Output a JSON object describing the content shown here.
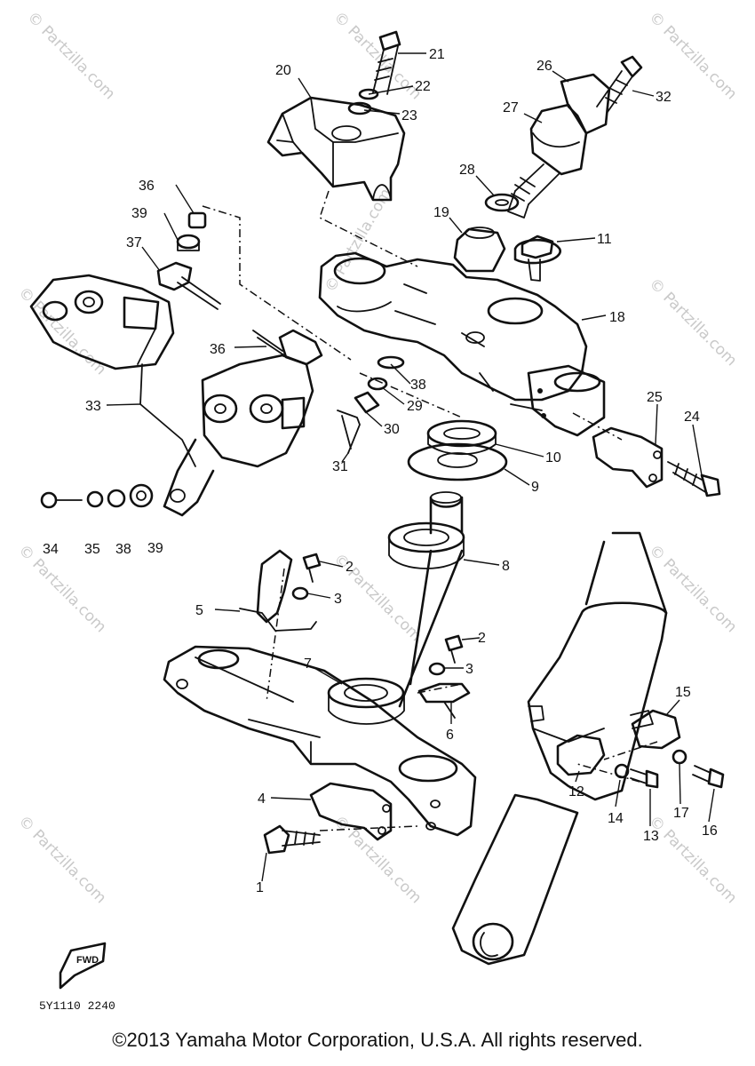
{
  "watermark": "© Partzilla.com",
  "callouts": [
    "21",
    "22",
    "23",
    "20",
    "26",
    "32",
    "27",
    "28",
    "19",
    "11",
    "36",
    "39",
    "37",
    "18",
    "36",
    "38",
    "33",
    "29",
    "30",
    "31",
    "10",
    "25",
    "24",
    "9",
    "34",
    "35",
    "38",
    "39",
    "8",
    "2",
    "3",
    "5",
    "2",
    "3",
    "7",
    "6",
    "15",
    "12",
    "14",
    "13",
    "17",
    "16",
    "4",
    "1"
  ],
  "fwd_label": "FWD",
  "diagram_code": "5Y1110 2240",
  "copyright": "©2013 Yamaha Motor Corporation, U.S.A. All rights reserved."
}
